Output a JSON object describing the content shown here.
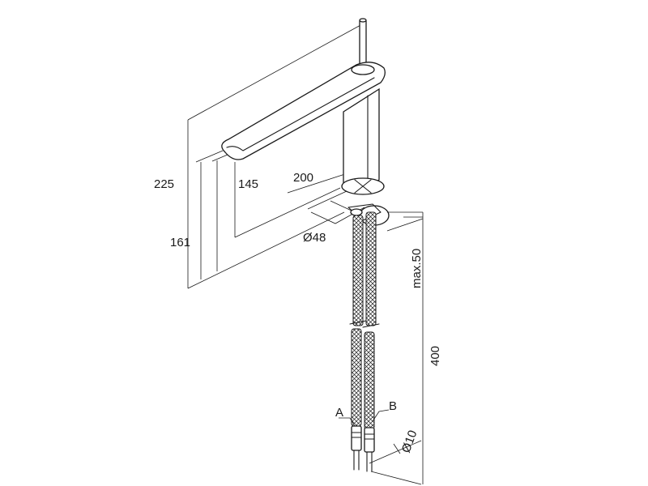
{
  "drawing": {
    "dimensions": {
      "height_total": "225",
      "height_lever": "161",
      "height_spout": "145",
      "spout_reach": "200",
      "base_diameter": "Ø48",
      "deck_thickness": "max.50",
      "hose_length": "400",
      "hose_diameter": "Ø10"
    },
    "labels": {
      "hose_a": "A",
      "hose_b": "B"
    },
    "colors": {
      "line": "#1a1a1a",
      "background": "#ffffff"
    }
  }
}
